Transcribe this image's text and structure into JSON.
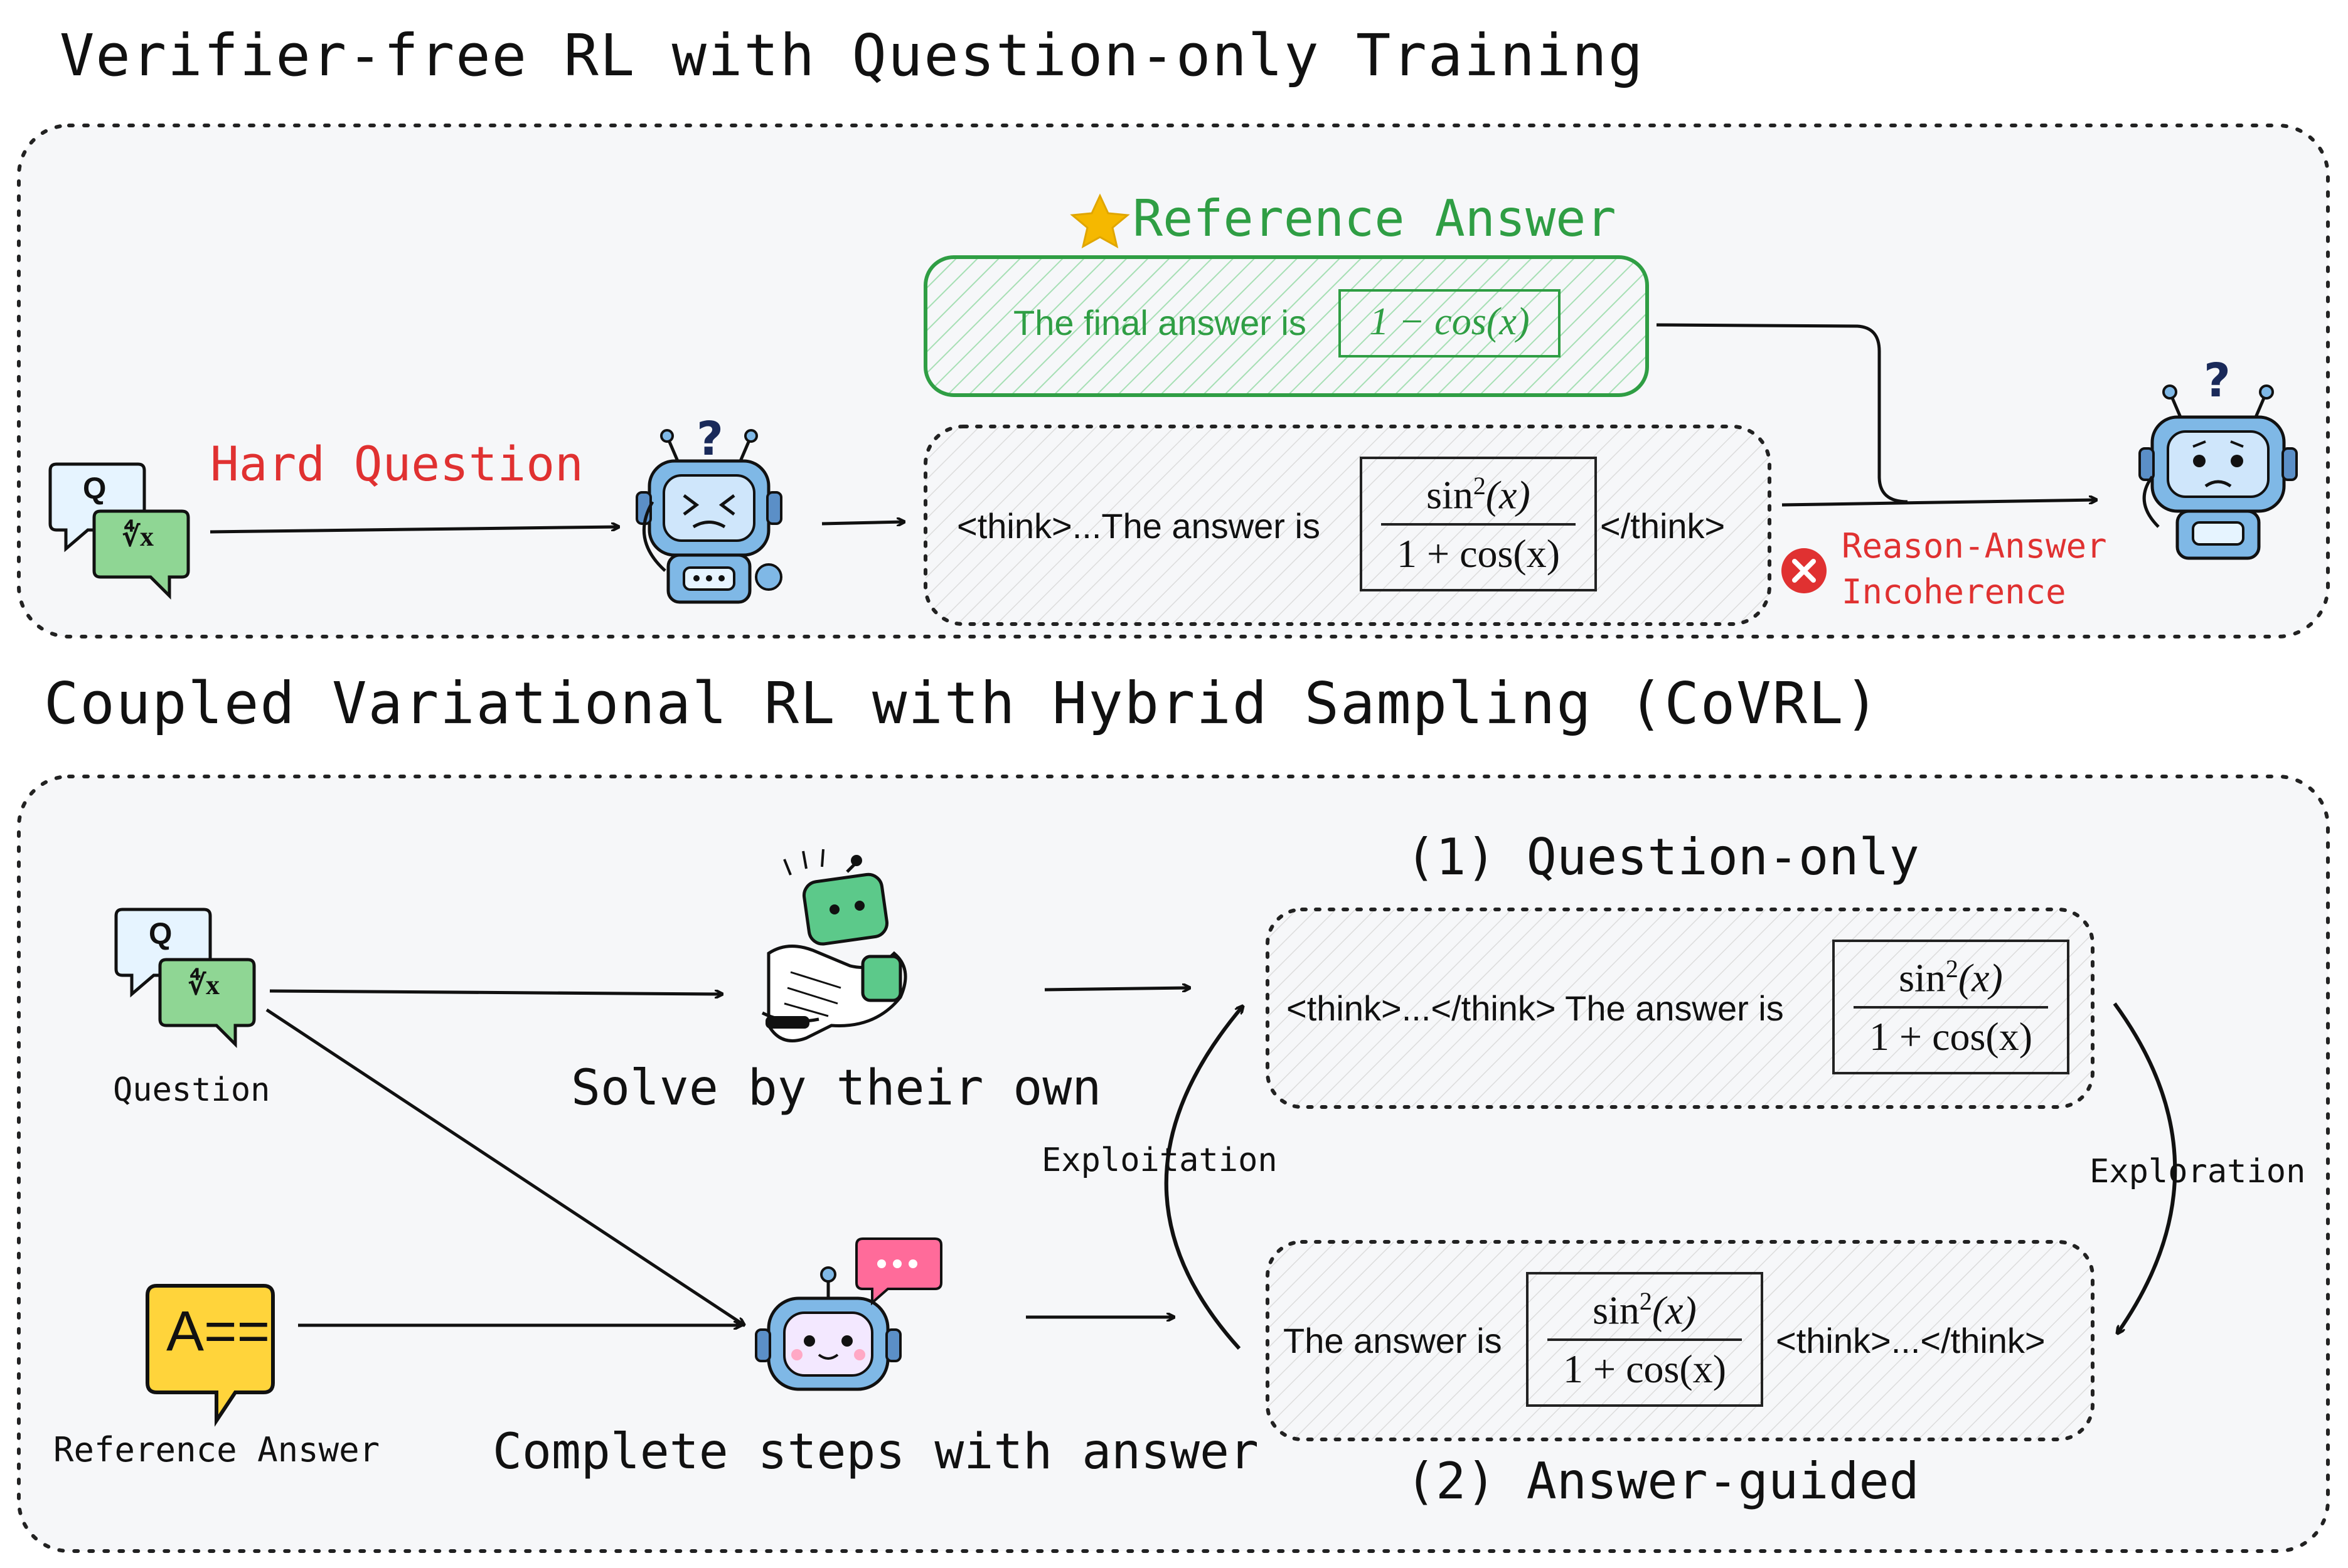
{
  "top": {
    "title": "Verifier-free RL with Question-only Training",
    "hard_question": "Hard Question",
    "reference_answer_title": "Reference Answer",
    "reference_prefix": "The final answer is",
    "reference_formula": "1 − cos(x)",
    "think_open": "<think>...The answer is",
    "think_close": "</think>",
    "incoherence_line1": "Reason-Answer",
    "incoherence_line2": "Incoherence"
  },
  "bottom": {
    "title": "Coupled Variational RL with Hybrid Sampling (CoVRL)",
    "question_label": "Question",
    "reference_label": "Reference Answer",
    "solve_label": "Solve by their own",
    "complete_label": "Complete steps with answer",
    "mode1_title": "(1) Question-only",
    "mode2_title": "(2) Answer-guided",
    "mode1_prefix": "<think>...</think> The answer is",
    "mode2_prefix": "The answer is",
    "mode2_suffix": "<think>...</think>",
    "exploitation": "Exploitation",
    "exploration": "Exploration"
  },
  "formula": {
    "numerator": "sin",
    "numerator_power": "2",
    "numerator_arg": "(x)",
    "denominator": "1 + cos(x)"
  },
  "icons": {
    "q_bubble_text": "Q",
    "math_bubble_text": "∜x",
    "reference_icon_text": "A=="
  },
  "colors": {
    "hard_question": "#e03131",
    "reference": "#2f9e44",
    "star": "#f5b800",
    "error": "#e03131",
    "robot_blue": "#7fb8e6",
    "robot_green": "#5cc98a",
    "note_yellow": "#ffd43b"
  }
}
